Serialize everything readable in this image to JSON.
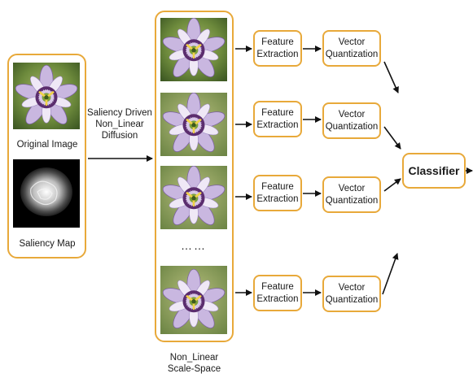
{
  "input_panel": {
    "original_image_label": "Original Image",
    "saliency_map_label": "Saliency Map"
  },
  "diffusion_label": "Saliency Driven\nNon_Linear\nDiffusion",
  "scale_space": {
    "ellipsis": "……",
    "label": "Non_Linear\nScale-Space"
  },
  "pipeline": {
    "feature_label": "Feature\nExtraction",
    "vector_label": "Vector\nQuantization"
  },
  "classifier_label": "Classifier",
  "colors": {
    "accent": "#e8a93a",
    "arrow": "#111111"
  }
}
